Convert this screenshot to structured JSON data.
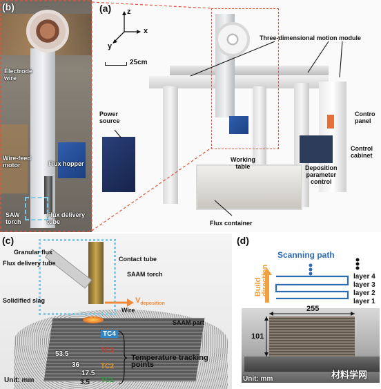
{
  "panels": {
    "b": {
      "label": "(b)",
      "annotations": {
        "electrode_wire": "Electrode\nwire",
        "wire_feed_motor": "Wire-feed\nmotor",
        "flux_hopper": "Flux hopper",
        "saw_torch": "SAW\ntorch",
        "flux_delivery_tube": "Flux delivery\ntube"
      }
    },
    "a": {
      "label": "(a)",
      "axes": {
        "z": "z",
        "x": "x",
        "y": "y"
      },
      "scale_bar": "25cm",
      "annotations": {
        "motion_module": "Three-dimensional motion module",
        "power_source": "Power\nsource",
        "working_table": "Working\ntable",
        "control_panel": "Contro\npanel",
        "deposition_control": "Deposition\nparameter\ncontrol",
        "control_cabinet": "Control\ncabinet",
        "flux_container": "Flux container"
      }
    },
    "c": {
      "label": "(c)",
      "annotations": {
        "granular_flux": "Granular flux",
        "flux_delivery_tube": "Flux delivery tube",
        "contact_tube": "Contact tube",
        "saam_torch": "SAAM torch",
        "v_deposition_main": "V",
        "v_deposition_sub": "deposition",
        "solidified_slag": "Solidified slag",
        "wire": "Wire",
        "saam_part": "SAAM part",
        "tracking_points": "Temperature tracking points",
        "unit": "Unit: mm"
      },
      "thermocouples": [
        {
          "name": "TC4",
          "color": "#2f87c9"
        },
        {
          "name": "TC3",
          "color": "#d23a2a"
        },
        {
          "name": "TC2",
          "color": "#e6962a"
        },
        {
          "name": "TC1",
          "color": "#2e9e3e"
        }
      ],
      "dimensions": [
        "53.5",
        "36",
        "17.5",
        "3.5"
      ]
    },
    "d": {
      "label": "(d)",
      "scanning_path": "Scanning path",
      "build_direction": "Build\ndirection",
      "layers": [
        "layer 4",
        "layer 3",
        "layer 2",
        "layer 1"
      ],
      "width_dim": "255",
      "height_dim": "101",
      "unit": "Unit: mm"
    }
  },
  "watermark": "材料学网",
  "colors": {
    "callout": "#e2533a",
    "highlight_box": "#7ec8ea",
    "scan_blue": "#2b6cb0",
    "build_orange": "#f0a040"
  }
}
